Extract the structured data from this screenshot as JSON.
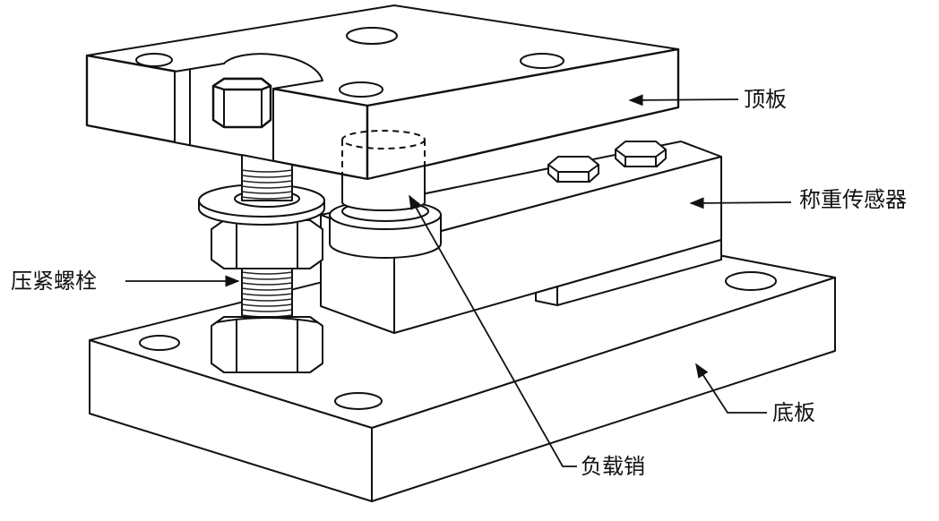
{
  "labels": {
    "top_plate": "顶板",
    "load_cell": "称重传感器",
    "clamp_bolt": "压紧螺栓",
    "base_plate": "底板",
    "load_pin": "负载销"
  }
}
